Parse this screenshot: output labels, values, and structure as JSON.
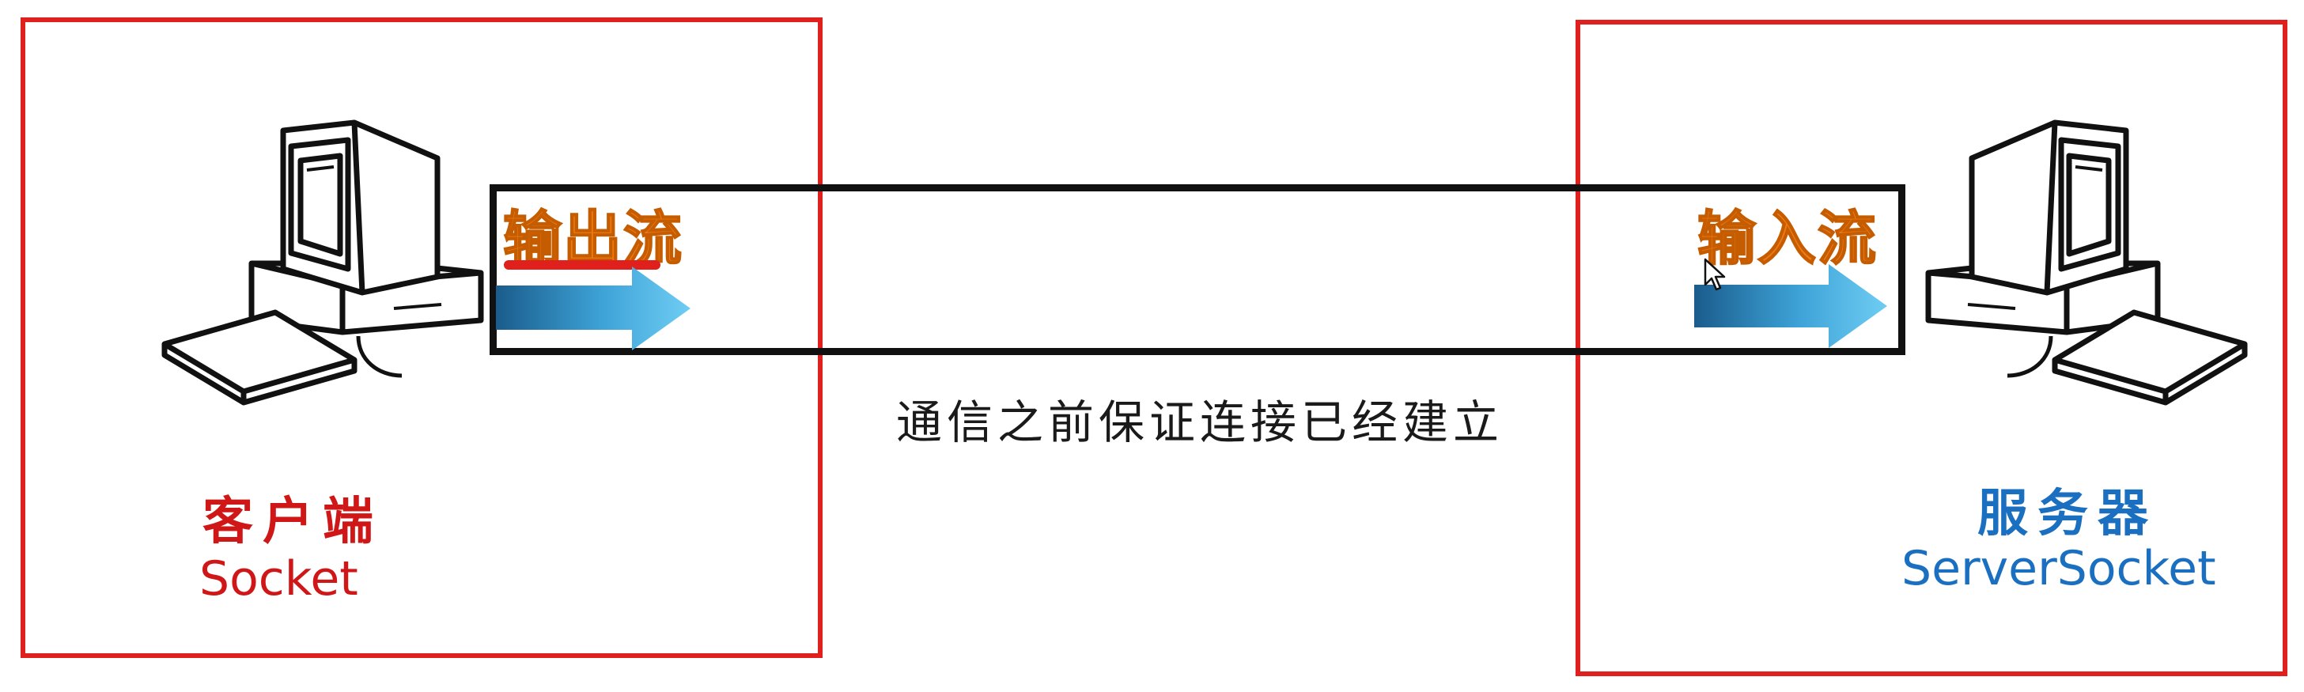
{
  "client": {
    "title": "客户端",
    "subtitle": "Socket"
  },
  "server": {
    "title": "服务器",
    "subtitle": "ServerSocket"
  },
  "channel": {
    "output_label": "输出流",
    "input_label": "输入流",
    "caption": "通信之前保证连接已经建立"
  },
  "icons": {
    "client_computer": "desktop-computer-icon",
    "server_computer": "desktop-computer-icon",
    "output_arrow": "arrow-right-icon",
    "input_arrow": "arrow-right-icon",
    "cursor": "mouse-pointer-icon"
  },
  "colors": {
    "box_border": "#e0201c",
    "channel_border": "#111111",
    "stream_label": "#ef7a12",
    "client_text": "#d01717",
    "server_text": "#1a6fc0",
    "arrow_start": "#1a5c8c",
    "arrow_end": "#5fc4ef"
  }
}
